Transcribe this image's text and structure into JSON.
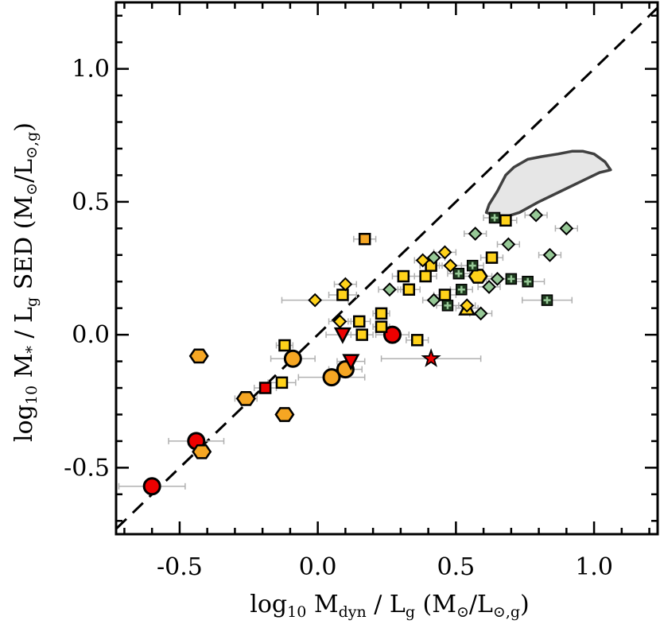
{
  "chart_data": {
    "type": "scatter",
    "title": "",
    "xlabel": {
      "pre": "log",
      "pre_sub": "10",
      "m": " M",
      "m_sub": "dyn",
      "mid": " / L",
      "l_sub": "g",
      "unit": " (M",
      "sym": "⊙",
      "unit2": "/L",
      "unit_sub": "⊙,g",
      "close": ")"
    },
    "ylabel": {
      "pre": "log",
      "pre_sub": "10",
      "m": " M",
      "m_sub": "*",
      "mid": " / L",
      "l_sub": "g",
      "sed": " SED (M",
      "sym": "⊙",
      "unit2": "/L",
      "unit_sub": "⊙,g",
      "close": ")"
    },
    "xlim": [
      -0.73,
      1.23
    ],
    "ylim": [
      -0.75,
      1.25
    ],
    "xticks": [
      {
        "value": -0.5,
        "label": "-0.5"
      },
      {
        "value": 0.0,
        "label": "0.0"
      },
      {
        "value": 0.5,
        "label": "0.5"
      },
      {
        "value": 1.0,
        "label": "1.0"
      }
    ],
    "yticks": [
      {
        "value": -0.5,
        "label": "-0.5"
      },
      {
        "value": 0.0,
        "label": "0.0"
      },
      {
        "value": 0.5,
        "label": "0.5"
      },
      {
        "value": 1.0,
        "label": "1.0"
      }
    ],
    "one_to_one_line": true,
    "grid": false,
    "colors": {
      "red": "#ee0000",
      "orange": "#f5a623",
      "yellow": "#ffd21a",
      "green": "#96c896",
      "region_fill": "#e6e6e6",
      "region_edge": "#404040",
      "errorbar": "#b0b0b0"
    },
    "shaded_region": [
      [
        0.61,
        0.46
      ],
      [
        0.67,
        0.44
      ],
      [
        0.73,
        0.46
      ],
      [
        0.8,
        0.5
      ],
      [
        0.88,
        0.54
      ],
      [
        0.96,
        0.58
      ],
      [
        1.02,
        0.61
      ],
      [
        1.06,
        0.62
      ],
      [
        1.04,
        0.65
      ],
      [
        1.0,
        0.68
      ],
      [
        0.96,
        0.69
      ],
      [
        0.92,
        0.69
      ],
      [
        0.87,
        0.68
      ],
      [
        0.81,
        0.67
      ],
      [
        0.76,
        0.66
      ],
      [
        0.71,
        0.63
      ],
      [
        0.68,
        0.6
      ],
      [
        0.65,
        0.54
      ],
      [
        0.62,
        0.49
      ]
    ],
    "series": [
      {
        "marker": "circle",
        "color": "red",
        "points": [
          {
            "x": -0.6,
            "y": -0.57,
            "xerr": 0.12
          },
          {
            "x": -0.44,
            "y": -0.4,
            "xerr": 0.1
          },
          {
            "x": 0.27,
            "y": 0.0,
            "xerr": 0.06
          }
        ]
      },
      {
        "marker": "circle",
        "color": "orange",
        "points": [
          {
            "x": -0.09,
            "y": -0.09,
            "xerr": 0.08
          },
          {
            "x": 0.05,
            "y": -0.16,
            "xerr": 0.12
          },
          {
            "x": 0.1,
            "y": -0.13,
            "xerr": 0.06
          }
        ]
      },
      {
        "marker": "hexagon",
        "color": "orange",
        "points": [
          {
            "x": -0.43,
            "y": -0.08,
            "xerr": 0.0
          },
          {
            "x": -0.26,
            "y": -0.24,
            "xerr": 0.04
          },
          {
            "x": -0.12,
            "y": -0.3,
            "xerr": 0.0
          },
          {
            "x": -0.42,
            "y": -0.44,
            "xerr": 0.0
          }
        ]
      },
      {
        "marker": "hexagon",
        "color": "yellow",
        "points": [
          {
            "x": 0.58,
            "y": 0.22,
            "xerr": 0.05
          }
        ]
      },
      {
        "marker": "triangle-down",
        "color": "red",
        "points": [
          {
            "x": 0.09,
            "y": 0.0,
            "xerr": 0.06
          },
          {
            "x": 0.12,
            "y": -0.1,
            "xerr": 0.05
          }
        ]
      },
      {
        "marker": "square",
        "color": "red",
        "points": [
          {
            "x": -0.19,
            "y": -0.2,
            "xerr": 0.04
          }
        ]
      },
      {
        "marker": "star",
        "color": "red",
        "points": [
          {
            "x": 0.41,
            "y": -0.09,
            "xerr": 0.18
          }
        ]
      },
      {
        "marker": "triangle-up",
        "color": "yellow",
        "points": [
          {
            "x": 0.54,
            "y": 0.1,
            "xerr": 0.04
          }
        ]
      },
      {
        "marker": "square",
        "color": "orange",
        "points": [
          {
            "x": 0.17,
            "y": 0.36,
            "xerr": 0.04
          }
        ]
      },
      {
        "marker": "square",
        "color": "yellow",
        "points": [
          {
            "x": -0.12,
            "y": -0.04,
            "xerr": 0.03
          },
          {
            "x": -0.13,
            "y": -0.18,
            "xerr": 0.05
          },
          {
            "x": 0.09,
            "y": 0.15,
            "xerr": 0.05
          },
          {
            "x": 0.15,
            "y": 0.05,
            "xerr": 0.04
          },
          {
            "x": 0.16,
            "y": 0.0,
            "xerr": 0.04
          },
          {
            "x": 0.23,
            "y": 0.08,
            "xerr": 0.03
          },
          {
            "x": 0.23,
            "y": 0.03,
            "xerr": 0.03
          },
          {
            "x": 0.31,
            "y": 0.22,
            "xerr": 0.04
          },
          {
            "x": 0.33,
            "y": 0.17,
            "xerr": 0.04
          },
          {
            "x": 0.36,
            "y": -0.02,
            "xerr": 0.04
          },
          {
            "x": 0.39,
            "y": 0.22,
            "xerr": 0.04
          },
          {
            "x": 0.41,
            "y": 0.26,
            "xerr": 0.04
          },
          {
            "x": 0.46,
            "y": 0.15,
            "xerr": 0.04
          },
          {
            "x": 0.63,
            "y": 0.29,
            "xerr": 0.04
          },
          {
            "x": 0.68,
            "y": 0.43,
            "xerr": 0.04
          }
        ]
      },
      {
        "marker": "diamond",
        "color": "yellow",
        "points": [
          {
            "x": -0.01,
            "y": 0.13,
            "xerr": 0.12
          },
          {
            "x": 0.1,
            "y": 0.19,
            "xerr": 0.04
          },
          {
            "x": 0.08,
            "y": 0.05,
            "xerr": 0.04
          },
          {
            "x": 0.38,
            "y": 0.28,
            "xerr": 0.03
          },
          {
            "x": 0.46,
            "y": 0.31,
            "xerr": 0.04
          },
          {
            "x": 0.48,
            "y": 0.26,
            "xerr": 0.04
          },
          {
            "x": 0.54,
            "y": 0.11,
            "xerr": 0.03
          }
        ]
      },
      {
        "marker": "diamond",
        "color": "green",
        "points": [
          {
            "x": 0.26,
            "y": 0.17,
            "xerr": 0.04
          },
          {
            "x": 0.42,
            "y": 0.13,
            "xerr": 0.04
          },
          {
            "x": 0.42,
            "y": 0.29,
            "xerr": 0.04
          },
          {
            "x": 0.57,
            "y": 0.38,
            "xerr": 0.04
          },
          {
            "x": 0.59,
            "y": 0.08,
            "xerr": 0.04
          },
          {
            "x": 0.62,
            "y": 0.18,
            "xerr": 0.04
          },
          {
            "x": 0.65,
            "y": 0.21,
            "xerr": 0.04
          },
          {
            "x": 0.69,
            "y": 0.34,
            "xerr": 0.04
          },
          {
            "x": 0.79,
            "y": 0.45,
            "xerr": 0.04
          },
          {
            "x": 0.84,
            "y": 0.3,
            "xerr": 0.04
          },
          {
            "x": 0.9,
            "y": 0.4,
            "xerr": 0.04
          }
        ]
      },
      {
        "marker": "plus-square",
        "color": "green",
        "points": [
          {
            "x": 0.51,
            "y": 0.23,
            "xerr": 0.04
          },
          {
            "x": 0.52,
            "y": 0.17,
            "xerr": 0.04
          },
          {
            "x": 0.47,
            "y": 0.11,
            "xerr": 0.04
          },
          {
            "x": 0.56,
            "y": 0.26,
            "xerr": 0.04
          },
          {
            "x": 0.64,
            "y": 0.44,
            "xerr": 0.04
          },
          {
            "x": 0.7,
            "y": 0.21,
            "xerr": 0.04
          },
          {
            "x": 0.76,
            "y": 0.2,
            "xerr": 0.06
          },
          {
            "x": 0.83,
            "y": 0.13,
            "xerr": 0.09
          }
        ]
      }
    ]
  }
}
